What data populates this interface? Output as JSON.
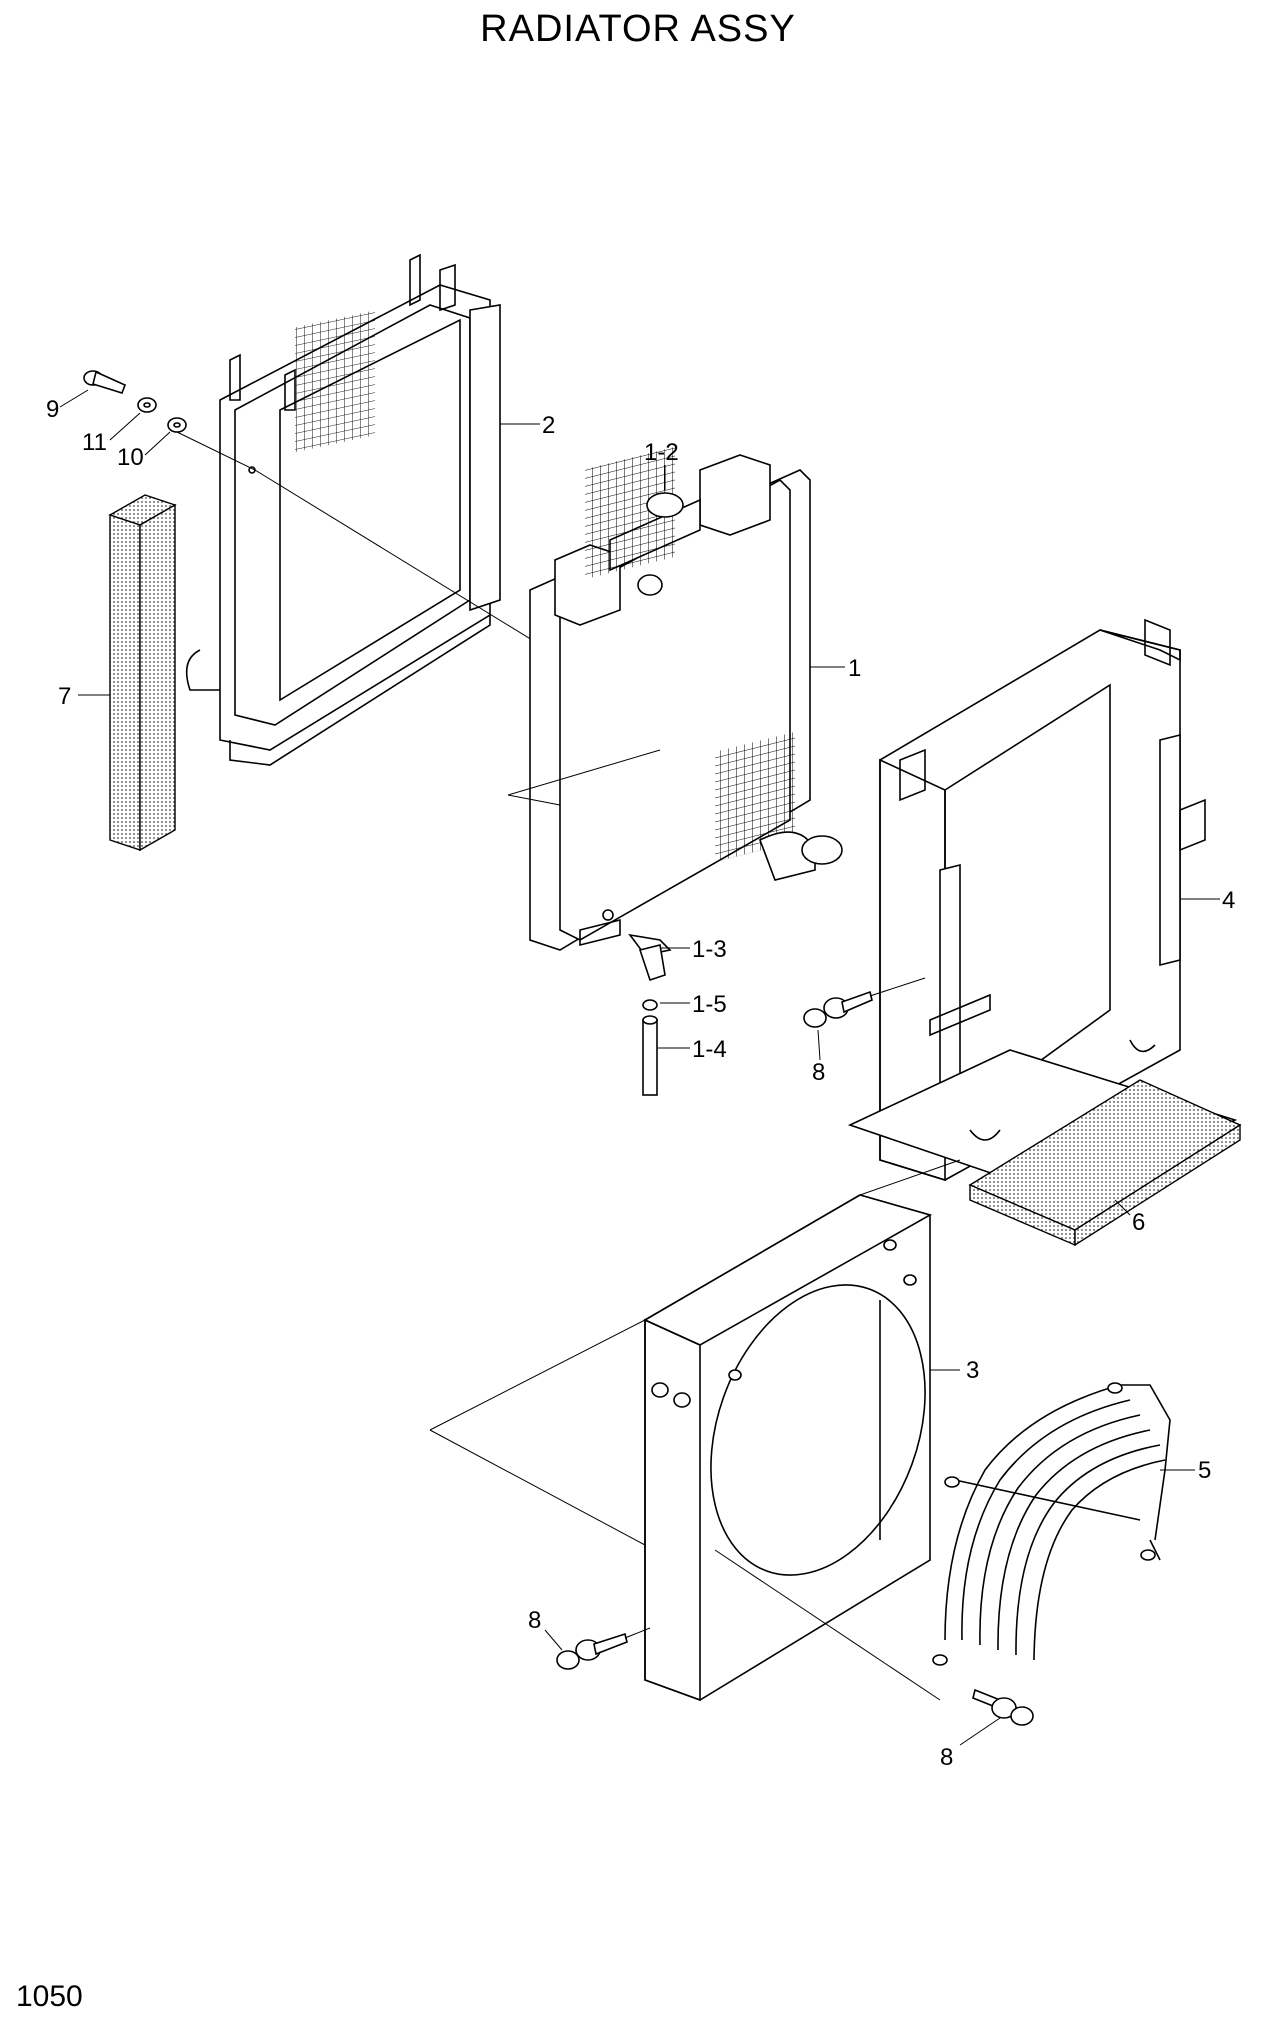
{
  "title": "RADIATOR ASSY",
  "page_number": "1050",
  "callouts": {
    "p1": "1",
    "p1_2": "1-2",
    "p1_3": "1-3",
    "p1_4": "1-4",
    "p1_5": "1-5",
    "p2": "2",
    "p3": "3",
    "p4": "4",
    "p5": "5",
    "p6": "6",
    "p7": "7",
    "p8a": "8",
    "p8b": "8",
    "p8c": "8",
    "p9": "9",
    "p10": "10",
    "p11": "11"
  }
}
